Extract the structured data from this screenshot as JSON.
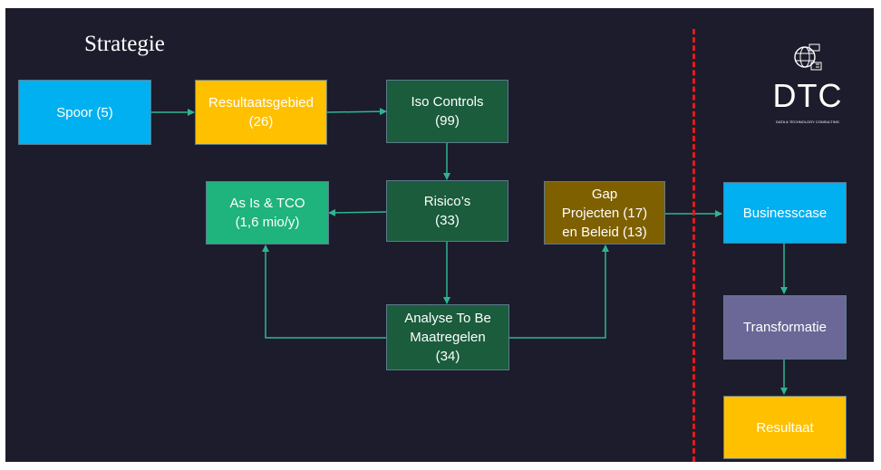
{
  "slide": {
    "title": "Strategie",
    "logo": {
      "name": "DTC",
      "subtitle": "DATA & TECHNOLOGY CONSULTING",
      "icon": "globe-icon"
    },
    "divider_color": "#e01b1b"
  },
  "nodes": {
    "spoor": {
      "label": "Spoor (5)",
      "color": "#00b0f0"
    },
    "resultaatsgebied": {
      "label": "Resultaatsgebied\n(26)",
      "color": "#ffc000"
    },
    "iso_controls": {
      "label": "Iso Controls\n(99)",
      "color": "#1a5c3c"
    },
    "risicos": {
      "label": "Risico’s\n(33)",
      "color": "#1a5c3c"
    },
    "as_is_tco": {
      "label": "As Is & TCO\n(1,6 mio/y)",
      "color": "#1fb37d"
    },
    "gap": {
      "label": "Gap\nProjecten (17)\nen Beleid (13)",
      "color": "#7f6000"
    },
    "analyse": {
      "label": "Analyse To Be\nMaatregelen\n(34)",
      "color": "#1a5c3c"
    },
    "businesscase": {
      "label": "Businesscase",
      "color": "#00b0f0"
    },
    "transformatie": {
      "label": "Transformatie",
      "color": "#6b6898"
    },
    "resultaat": {
      "label": "Resultaat",
      "color": "#ffc000"
    }
  },
  "edges": [
    [
      "spoor",
      "resultaatsgebied"
    ],
    [
      "resultaatsgebied",
      "iso_controls"
    ],
    [
      "iso_controls",
      "risicos"
    ],
    [
      "risicos",
      "as_is_tco"
    ],
    [
      "risicos",
      "analyse"
    ],
    [
      "analyse",
      "as_is_tco"
    ],
    [
      "analyse",
      "gap"
    ],
    [
      "gap",
      "businesscase"
    ],
    [
      "businesscase",
      "transformatie"
    ],
    [
      "transformatie",
      "resultaat"
    ]
  ],
  "edge_color": "#2fb58e"
}
